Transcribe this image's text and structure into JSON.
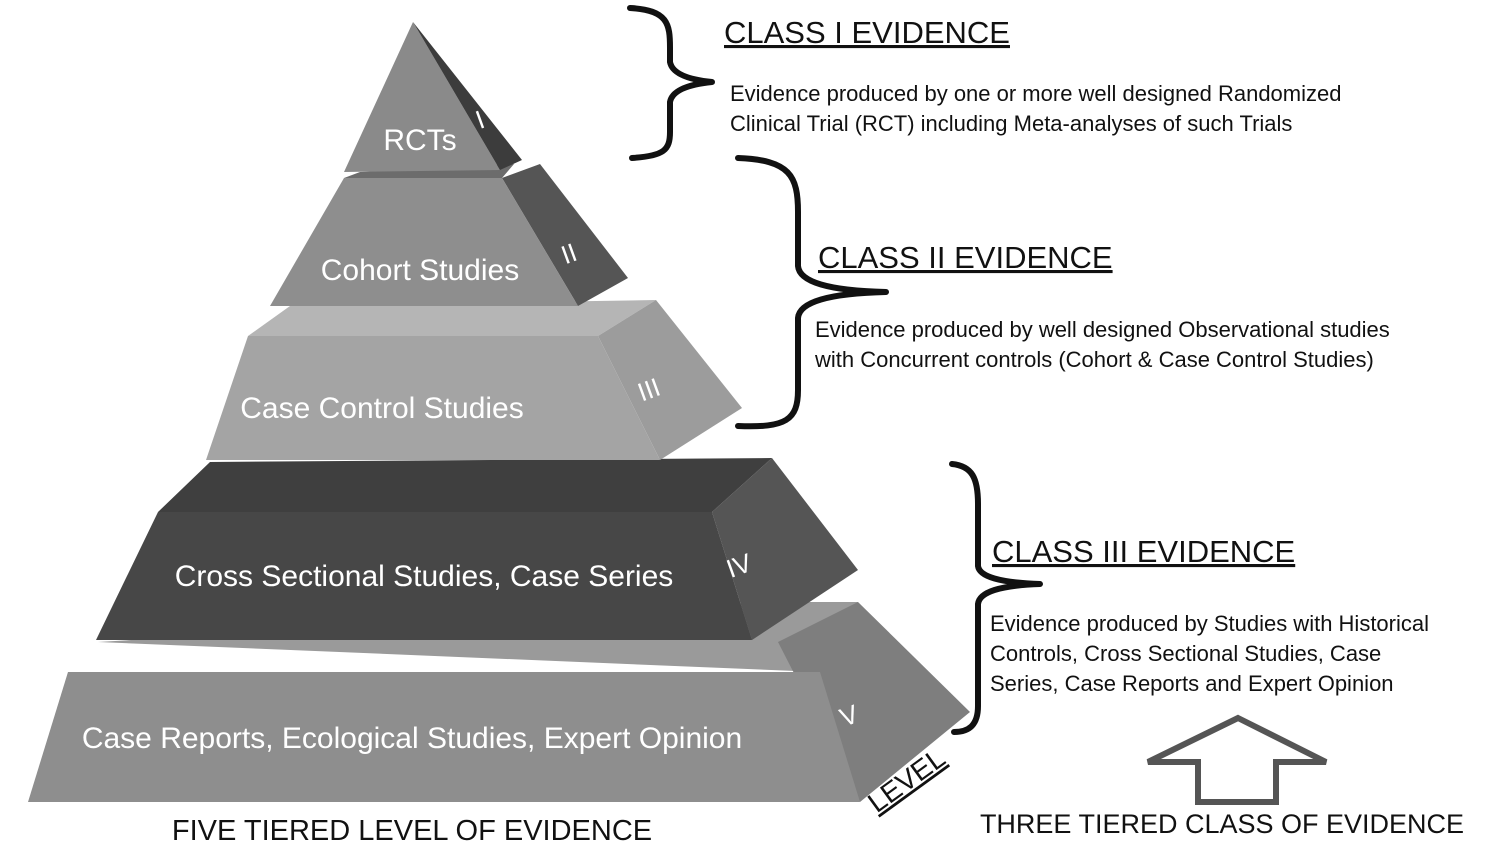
{
  "pyramid": {
    "tiers": [
      {
        "label": "RCTs",
        "level": "I"
      },
      {
        "label": "Cohort Studies",
        "level": "II"
      },
      {
        "label": "Case Control Studies",
        "level": "III"
      },
      {
        "label": "Cross Sectional Studies, Case Series",
        "level": "IV"
      },
      {
        "label": "Case Reports, Ecological Studies, Expert Opinion",
        "level": "V"
      }
    ],
    "level_word": "LEVEL",
    "caption": "FIVE TIERED LEVEL OF EVIDENCE",
    "colors": {
      "light": "#8d8d8d",
      "lighter": "#a6a6a6",
      "dark": "#4a4a4a",
      "side": "#5c5c5c"
    }
  },
  "classes": [
    {
      "title": "CLASS I EVIDENCE",
      "desc": [
        "Evidence produced by one or more well designed Randomized",
        "Clinical Trial (RCT) including Meta-analyses of such Trials"
      ]
    },
    {
      "title": "CLASS II EVIDENCE",
      "desc": [
        "Evidence produced by well designed Observational studies",
        "with Concurrent controls (Cohort & Case Control Studies)"
      ]
    },
    {
      "title": "CLASS III EVIDENCE",
      "desc": [
        "Evidence produced by Studies with Historical",
        "Controls, Cross Sectional Studies, Case",
        "Series, Case Reports and Expert Opinion"
      ]
    }
  ],
  "right_caption": "THREE TIERED CLASS OF EVIDENCE"
}
